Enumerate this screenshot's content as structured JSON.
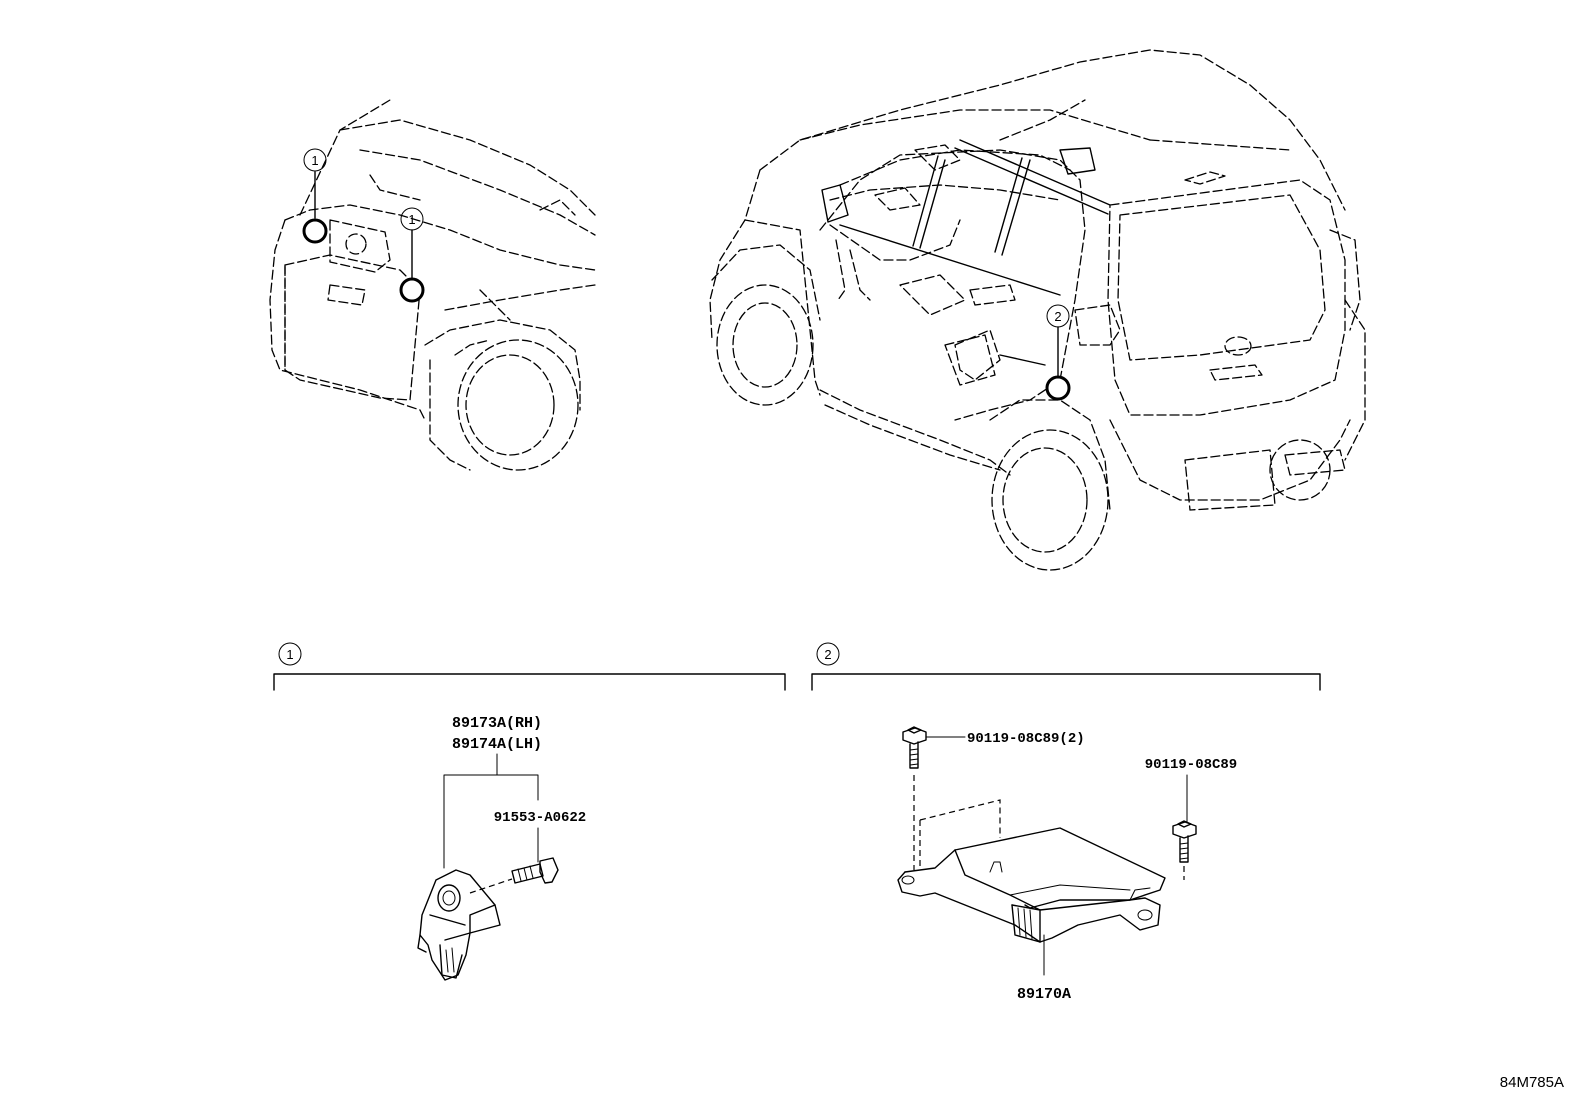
{
  "callouts": {
    "c1": "1",
    "c2": "2"
  },
  "parts": {
    "front_sensor_rh": "89173A(RH)",
    "front_sensor_lh": "89174A(LH)",
    "sensor_bolt": "91553-A0622",
    "ecu_bolt_a": "90119-08C89(2)",
    "ecu_bolt_b": "90119-08C89",
    "airbag_ecu": "89170A"
  },
  "diagram_code": "84M785A"
}
